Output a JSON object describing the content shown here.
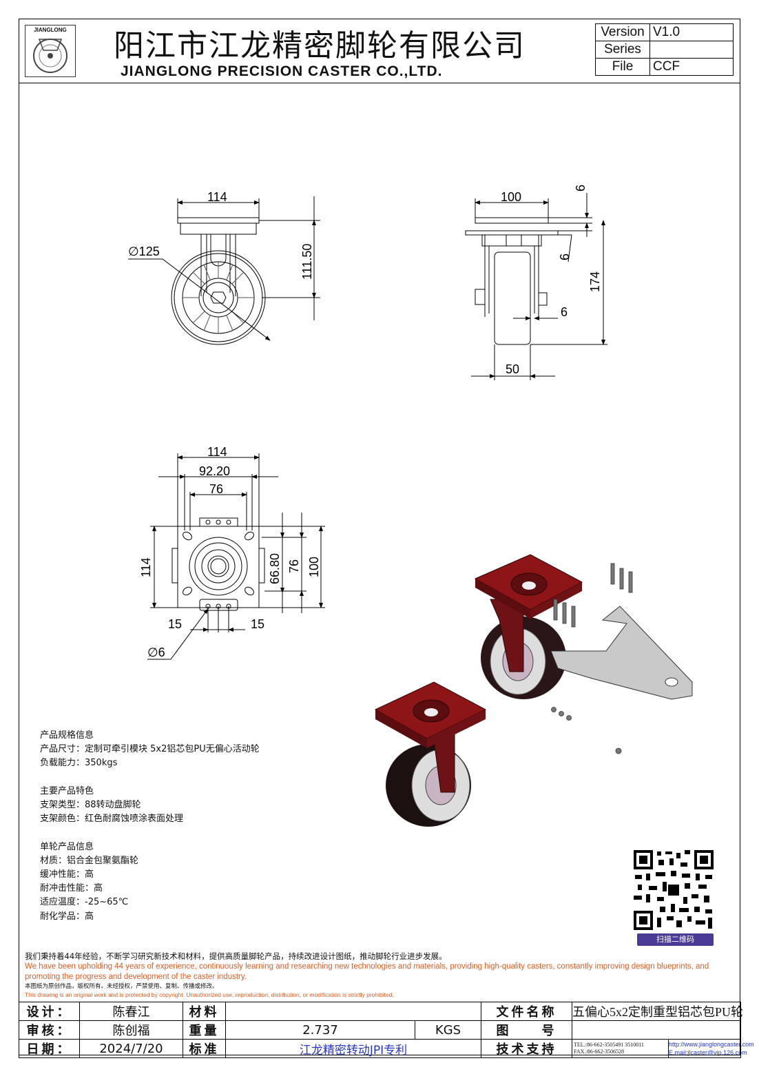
{
  "header": {
    "logo_text": "JIANGLONG",
    "company_cn": "阳江市江龙精密脚轮有限公司",
    "company_en": "JIANGLONG PRECISION CASTER CO.,LTD."
  },
  "info_table": [
    {
      "key": "Version",
      "value": "V1.0"
    },
    {
      "key": "Series",
      "value": ""
    },
    {
      "key": "File",
      "value": "CCF"
    }
  ],
  "dimensions": {
    "front": {
      "width": "114",
      "diameter": "∅125",
      "height": "111.50"
    },
    "side": {
      "width": "100",
      "top_plate": "6",
      "plate_gap": "6",
      "height": "174",
      "offset": "6",
      "wheel_width": "50"
    },
    "plate": {
      "width": "114",
      "hole_span": "92.20",
      "inner": "76",
      "height": "114",
      "v1": "66.80",
      "v2": "76",
      "v3": "100",
      "left_pitch": "15",
      "right_pitch": "15",
      "hole": "∅6"
    }
  },
  "spec": {
    "sections": [
      {
        "title": "产品规格信息",
        "lines": [
          "产品尺寸：定制可牵引模块 5x2铝芯包PU无偏心活动轮",
          "负载能力：350kgs"
        ]
      },
      {
        "title": "主要产品特色",
        "lines": [
          "支架类型：88转动盘脚轮",
          "支架颜色：红色耐腐蚀喷涂表面处理"
        ]
      },
      {
        "title": "单轮产品信息",
        "lines": [
          "材质：铝合金包聚氨酯轮",
          "缓冲性能：高",
          "耐冲击性能：高",
          "适应温度：-25~65℃",
          "耐化学品：高"
        ]
      }
    ]
  },
  "qr": {
    "label": "扫描二维码"
  },
  "motto": {
    "cn": "我们秉持着44年经验，不断学习研究新技术和材料，提供高质量脚轮产品，持续改进设计图纸，推动脚轮行业进步发展。",
    "en": "We have been upholding 44 years of experience, continuously learning and researching new technologies and materials, providing high-quality casters, constantly improving design blueprints, and promoting the progress and development of the caster industry.",
    "copyright_cn": "本图纸为原创作品，版权所有。未经授权，严禁使用、复制、传播或修改。",
    "copyright_en": "This drawing is an original work and is protected by copyright. Unauthorized use, reproduction, distribution, or modification is strictly prohibited."
  },
  "title_block": {
    "design_label": "设计：",
    "design_value": "陈春江",
    "material_label": "材料",
    "material_value": "",
    "filename_label": "文件名称",
    "filename_value": "五偏心5x2定制重型铝芯包PU轮",
    "review_label": "审核：",
    "review_value": "陈创福",
    "weight_label": "重量",
    "weight_value": "2.737",
    "weight_unit": "KGS",
    "drawing_label": "图　　号",
    "drawing_value": "",
    "date_label": "日期：",
    "date_value": "2024/7/20",
    "standard_label": "标准",
    "standard_value": "江龙精密转动JPI专利",
    "support_label": "技术支持",
    "tel": "TEL.:86-662-3505491  3510011",
    "fax": "FAX.:86-662-3506528",
    "website": "http://www.jianglongcaster.com",
    "email": "E.mail:jlcaster@vip.126.com"
  }
}
